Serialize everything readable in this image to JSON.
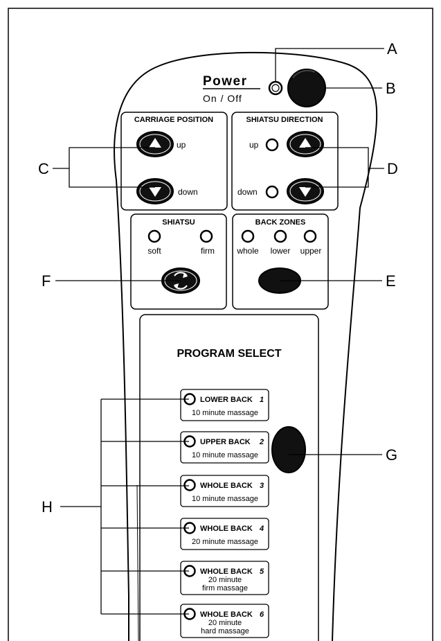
{
  "power": {
    "title": "Power",
    "subtitle": "On / Off"
  },
  "carriage": {
    "title": "CARRIAGE POSITION",
    "up": "up",
    "down": "down"
  },
  "direction": {
    "title": "SHIATSU DIRECTION",
    "up": "up",
    "down": "down"
  },
  "shiatsu": {
    "title": "SHIATSU",
    "soft": "soft",
    "firm": "firm"
  },
  "zones": {
    "title": "BACK ZONES",
    "whole": "whole",
    "lower": "lower",
    "upper": "upper"
  },
  "program": {
    "title": "PROGRAM SELECT",
    "items": [
      {
        "name": "LOWER BACK",
        "num": "1",
        "desc": "10 minute massage"
      },
      {
        "name": "UPPER BACK",
        "num": "2",
        "desc": "10 minute massage"
      },
      {
        "name": "WHOLE BACK",
        "num": "3",
        "desc": "10 minute massage"
      },
      {
        "name": "WHOLE BACK",
        "num": "4",
        "desc": "20 minute massage"
      },
      {
        "name": "WHOLE BACK",
        "num": "5",
        "desc": "20 minute",
        "desc2": "firm massage"
      },
      {
        "name": "WHOLE BACK",
        "num": "6",
        "desc": "20 minute",
        "desc2": "hard massage"
      }
    ]
  },
  "callouts": {
    "A": "A",
    "B": "B",
    "C": "C",
    "D": "D",
    "E": "E",
    "F": "F",
    "G": "G",
    "H": "H"
  }
}
